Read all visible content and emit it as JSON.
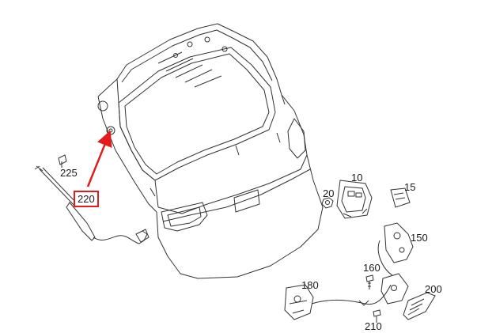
{
  "accent_color": "#e31b1b",
  "line_color": "#333333",
  "callouts": {
    "c10": "10",
    "c15": "15",
    "c20": "20",
    "c150": "150",
    "c160": "160",
    "c180": "180",
    "c200": "200",
    "c210": "210",
    "c220": "220",
    "c225": "225"
  },
  "highlight": {
    "label": "220",
    "box_color": "#e31b1b",
    "arrow_color": "#e31b1b"
  }
}
